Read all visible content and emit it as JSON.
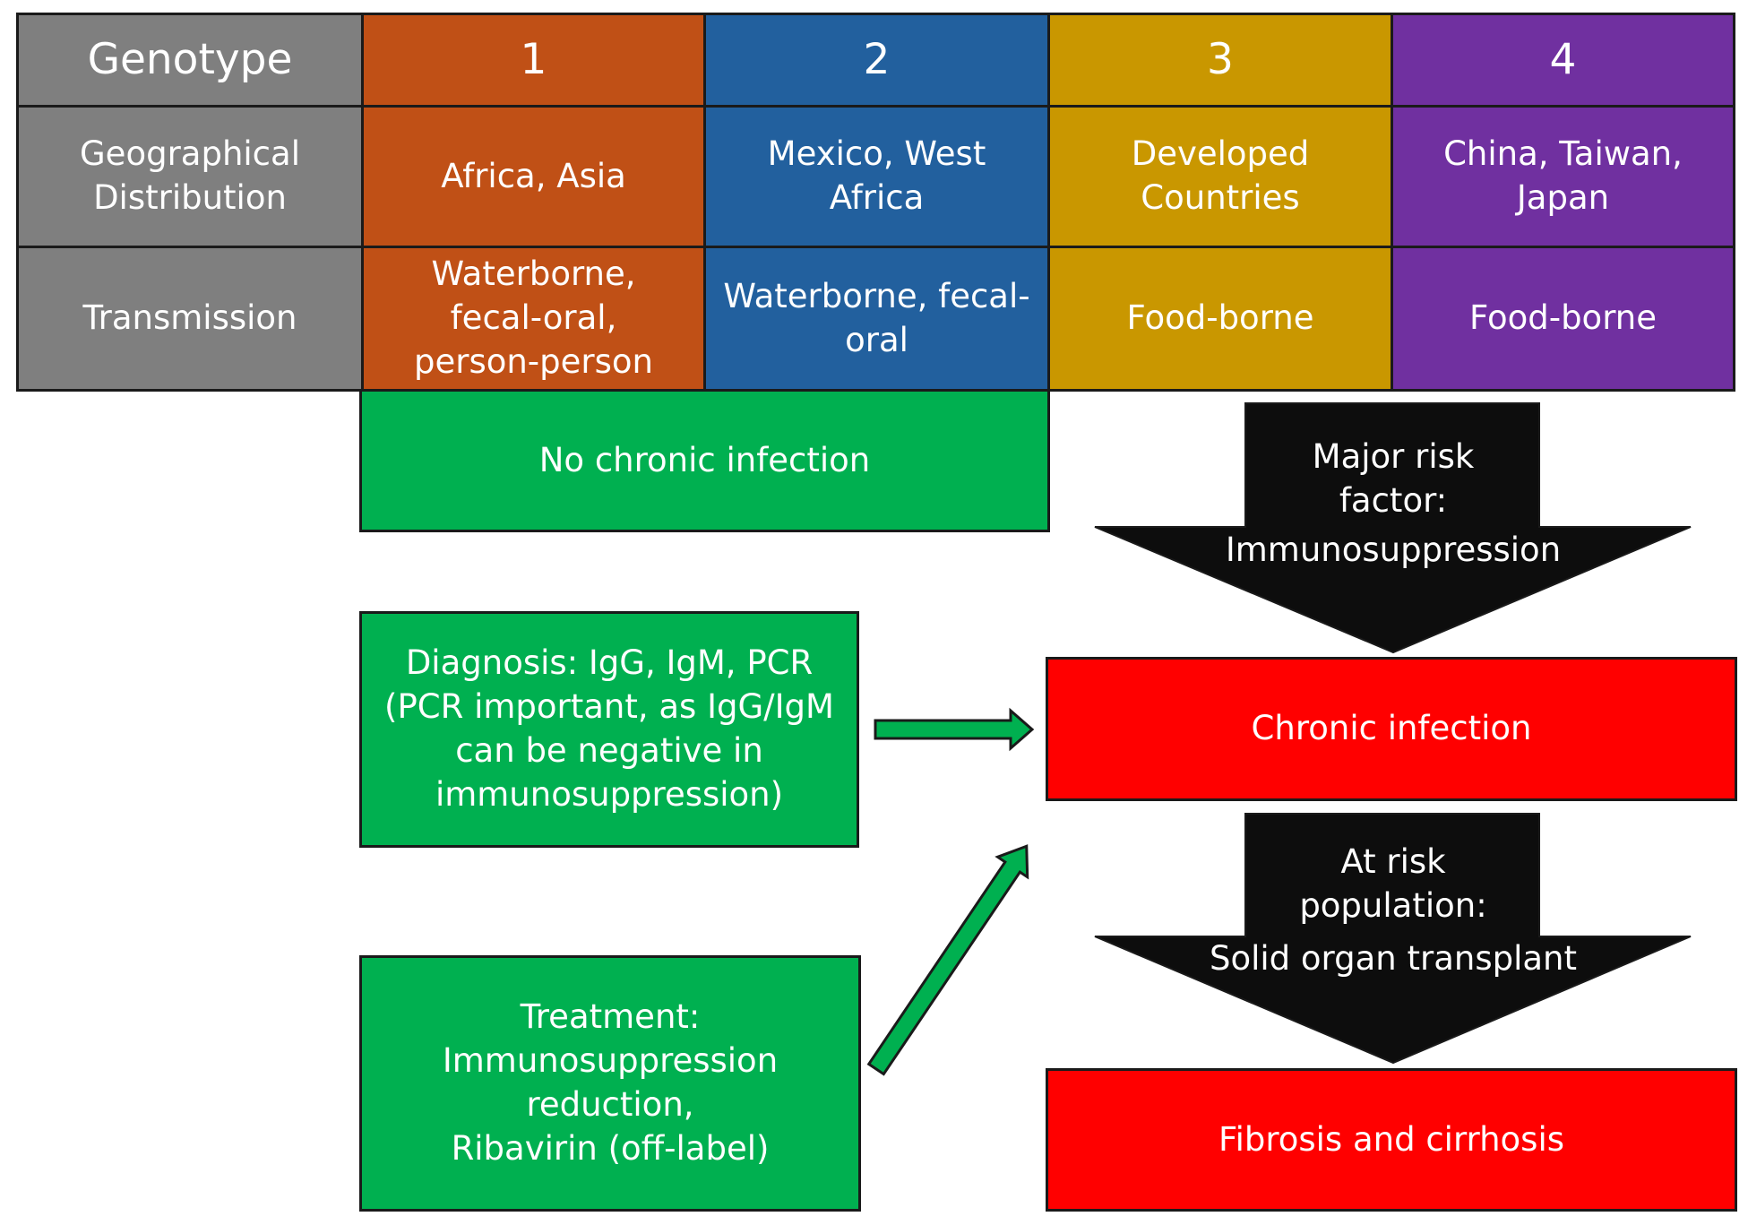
{
  "table": {
    "header": {
      "label": "Genotype",
      "genotypes": [
        "1",
        "2",
        "3",
        "4"
      ]
    },
    "geo": {
      "label": "Geographical Distribution",
      "values": [
        "Africa, Asia",
        "Mexico, West Africa",
        "Developed Countries",
        "China, Taiwan, Japan"
      ]
    },
    "transmission": {
      "label": "Transmission",
      "values": [
        "Waterborne, fecal-oral, person-person",
        "Waterborne, fecal-oral",
        "Food-borne",
        "Food-borne"
      ]
    }
  },
  "boxes": {
    "no_chronic": "No chronic infection",
    "diagnosis": "Diagnosis: IgG, IgM, PCR (PCR important, as IgG/IgM can be negative in immunosuppression)",
    "treatment_line1": "Treatment:",
    "treatment_line2": "Immunosuppression reduction,",
    "treatment_line3": "Ribavirin (off-label)",
    "chronic": "Chronic infection",
    "fibrosis": "Fibrosis and cirrhosis"
  },
  "arrows": {
    "risk_factor_line1": "Major risk factor:",
    "risk_factor_line2": "Immunosuppression",
    "at_risk_line1": "At risk population:",
    "at_risk_line2": "Solid organ transplant"
  },
  "colors": {
    "grey": "#7f7f7f",
    "genotype_1": "#c05016",
    "genotype_2": "#22609e",
    "genotype_3": "#c99700",
    "genotype_4": "#7030a0",
    "green": "#00b050",
    "red": "#ff0000",
    "black_arrow": "#0d0d0d"
  }
}
